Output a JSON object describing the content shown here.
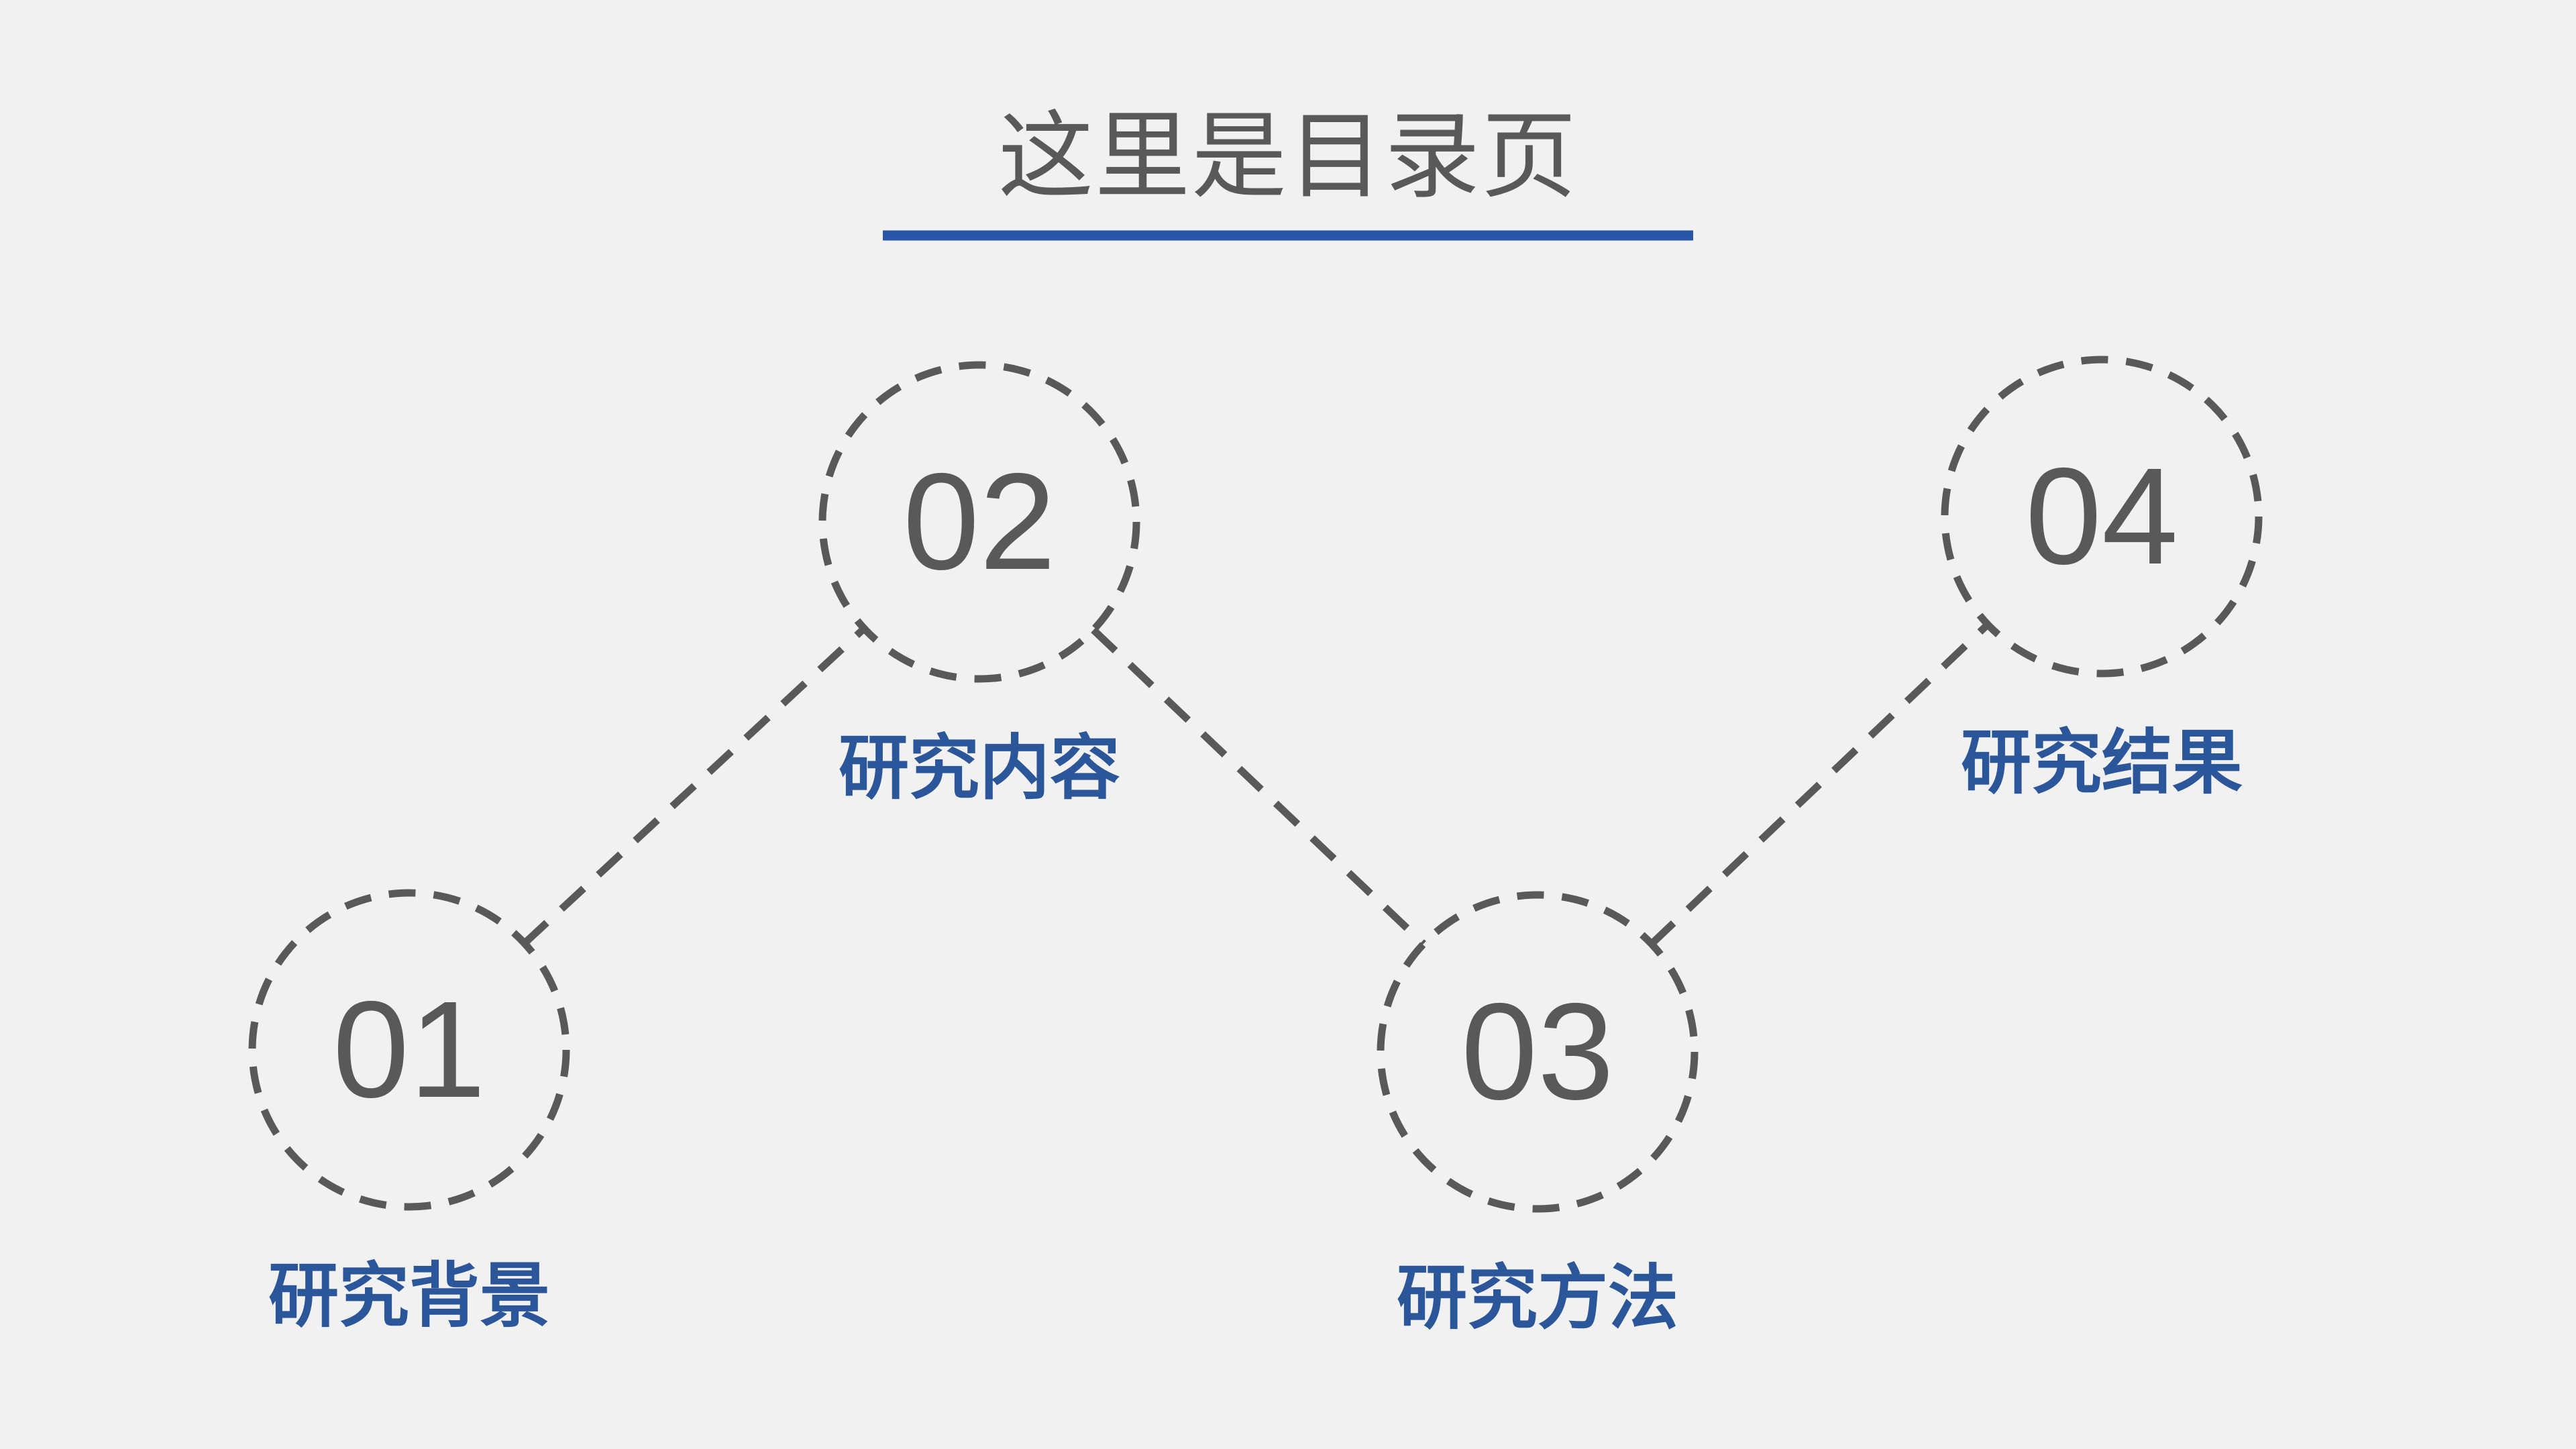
{
  "slide": {
    "title": "这里是目录页",
    "colors": {
      "background": "#F1F1F2",
      "title_gray": "#595959",
      "underline_blue": "#2857A8",
      "label_blue": "#2B579A",
      "dash_gray": "#595959"
    }
  },
  "toc_items": [
    {
      "number": "01",
      "label": "研究背景"
    },
    {
      "number": "02",
      "label": "研究内容"
    },
    {
      "number": "03",
      "label": "研究方法"
    },
    {
      "number": "04",
      "label": "研究结果"
    }
  ]
}
